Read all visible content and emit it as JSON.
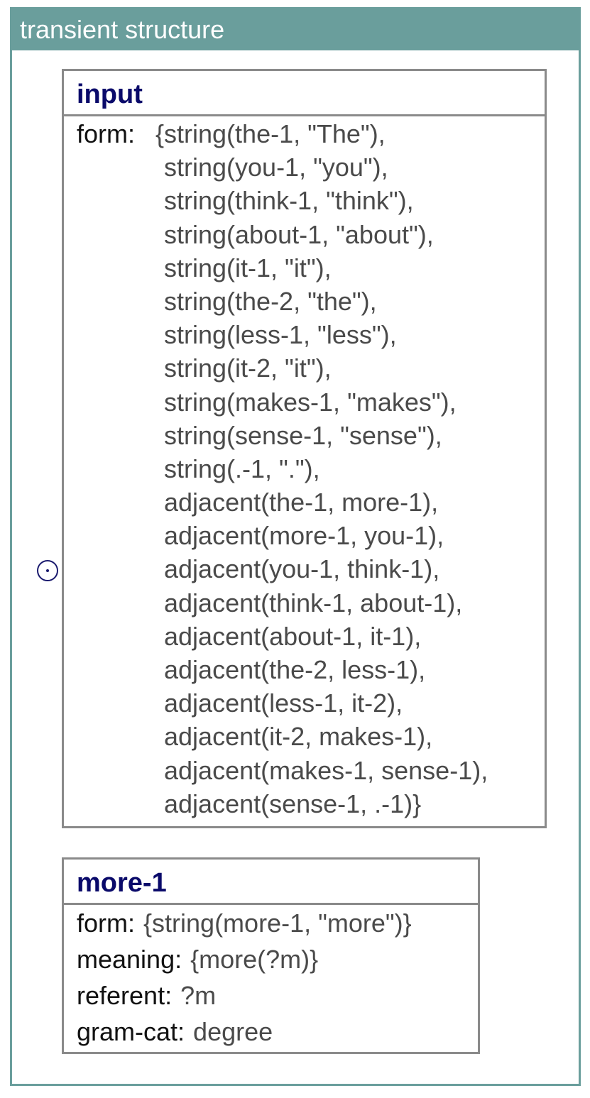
{
  "panel": {
    "title": "transient structure"
  },
  "units": {
    "input": {
      "name": "input",
      "form_key": "form:",
      "form_lines": [
        "{string(the-1, \"The\"),",
        "string(you-1, \"you\"),",
        "string(think-1, \"think\"),",
        "string(about-1, \"about\"),",
        "string(it-1, \"it\"),",
        "string(the-2, \"the\"),",
        "string(less-1, \"less\"),",
        "string(it-2, \"it\"),",
        "string(makes-1, \"makes\"),",
        "string(sense-1, \"sense\"),",
        "string(.-1, \".\"),",
        "adjacent(the-1, more-1),",
        "adjacent(more-1, you-1),",
        "adjacent(you-1, think-1),",
        "adjacent(think-1, about-1),",
        "adjacent(about-1, it-1),",
        "adjacent(the-2, less-1),",
        "adjacent(less-1, it-2),",
        "adjacent(it-2, makes-1),",
        "adjacent(makes-1, sense-1),",
        "adjacent(sense-1, .-1)}"
      ]
    },
    "more": {
      "name": "more-1",
      "features": [
        {
          "key": "form:",
          "value": "{string(more-1, \"more\")}"
        },
        {
          "key": "meaning:",
          "value": "{more(?m)}"
        },
        {
          "key": "referent:",
          "value": "?m"
        },
        {
          "key": "gram-cat:",
          "value": "degree"
        }
      ]
    }
  },
  "colors": {
    "header_bg": "#6a9e9c",
    "unit_title": "#0a0a6a",
    "unit_border": "#8a8a8a",
    "toggle": "#1a1a6e"
  },
  "icons": {
    "toggle": "circled-dot-icon"
  }
}
